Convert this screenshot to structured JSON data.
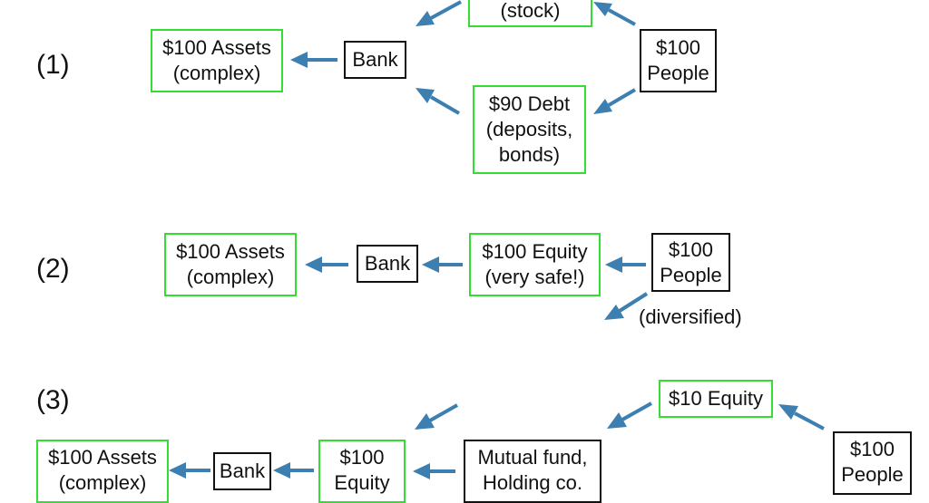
{
  "rows": {
    "r1": {
      "label": "(1)",
      "assets": [
        "$100 Assets",
        "(complex)"
      ],
      "bank": "Bank",
      "equity_partial": "(stock)",
      "people": [
        "$100",
        "People"
      ],
      "debt": [
        "$90 Debt",
        "(deposits,",
        "bonds)"
      ]
    },
    "r2": {
      "label": "(2)",
      "assets": [
        "$100 Assets",
        "(complex)"
      ],
      "bank": "Bank",
      "equity": [
        "$100 Equity",
        "(very safe!)"
      ],
      "people": [
        "$100",
        "People"
      ],
      "note": "(diversified)"
    },
    "r3": {
      "label": "(3)",
      "assets": [
        "$100 Assets",
        "(complex)"
      ],
      "bank": "Bank",
      "equity": [
        "$100",
        "Equity"
      ],
      "fund": [
        "Mutual fund,",
        "Holding co."
      ],
      "equity10": "$10 Equity",
      "people": [
        "$100",
        "People"
      ]
    }
  },
  "colors": {
    "arrow": "#3c7fb0",
    "green_border": "#33dd33",
    "black_border": "#111111"
  }
}
